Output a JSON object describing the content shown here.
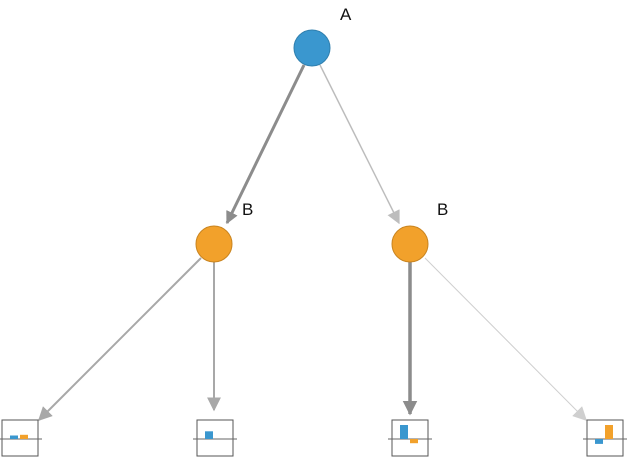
{
  "colors": {
    "node_a": "#3a97cf",
    "node_b": "#f2a12b",
    "bar_blue": "#3a97cf",
    "bar_orange": "#f2a12b",
    "edge_dark": "#8c8c8c",
    "edge_mid": "#a8a8a8",
    "edge_light": "#cfcfcf",
    "box_border": "#555555",
    "baseline": "#666666"
  },
  "nodes": {
    "root": {
      "label": "A",
      "shape": "circle"
    },
    "left_child": {
      "label": "B",
      "shape": "circle"
    },
    "right_child": {
      "label": "B",
      "shape": "circle"
    }
  },
  "edges": [
    {
      "from": "root",
      "to": "left_child",
      "weight": "heavy"
    },
    {
      "from": "root",
      "to": "right_child",
      "weight": "light"
    },
    {
      "from": "left_child",
      "to": "leaf_1",
      "weight": "medium"
    },
    {
      "from": "left_child",
      "to": "leaf_2",
      "weight": "medium"
    },
    {
      "from": "right_child",
      "to": "leaf_3",
      "weight": "heaviest"
    },
    {
      "from": "right_child",
      "to": "leaf_4",
      "weight": "faint"
    }
  ],
  "leaves": [
    {
      "id": "leaf_1",
      "bars": [
        {
          "series": "blue",
          "value": 0.25
        },
        {
          "series": "orange",
          "value": 0.3
        }
      ]
    },
    {
      "id": "leaf_2",
      "bars": [
        {
          "series": "blue",
          "value": 0.55
        },
        {
          "series": "orange",
          "value": 0
        }
      ]
    },
    {
      "id": "leaf_3",
      "bars": [
        {
          "series": "blue",
          "value": 1.0
        },
        {
          "series": "orange",
          "value": -0.3
        }
      ]
    },
    {
      "id": "leaf_4",
      "bars": [
        {
          "series": "blue",
          "value": -0.35
        },
        {
          "series": "orange",
          "value": 1.0
        }
      ]
    }
  ]
}
